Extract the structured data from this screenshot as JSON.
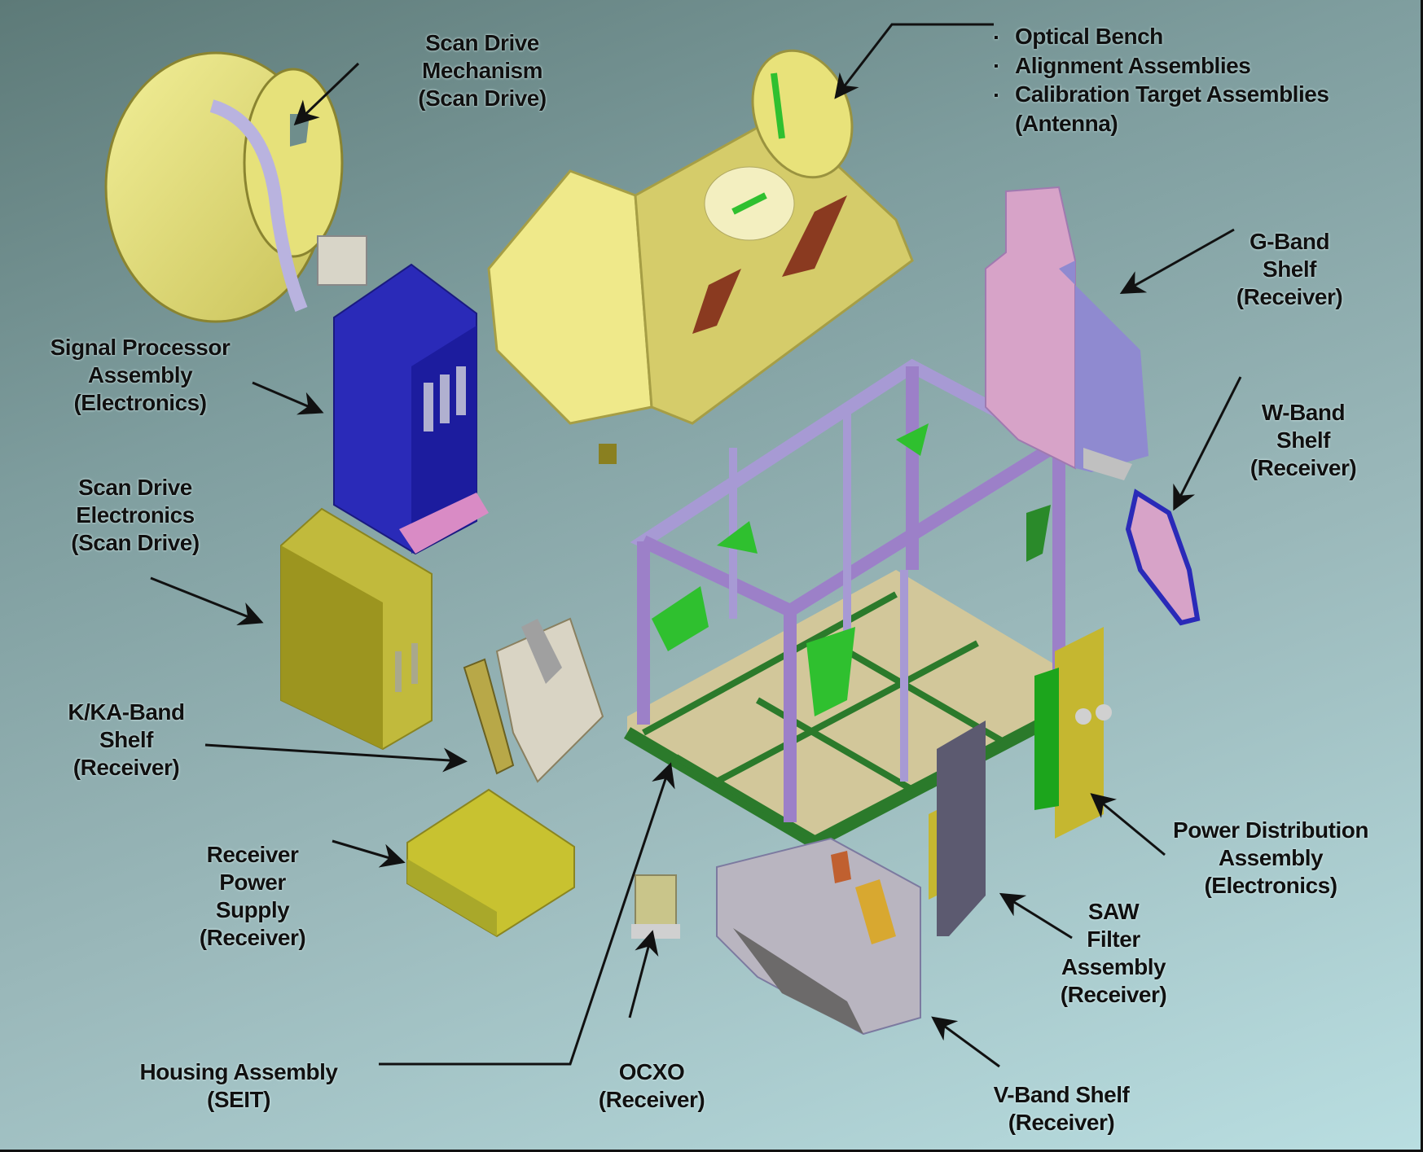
{
  "diagram": {
    "background": {
      "top_left": "#5d7a78",
      "bottom_right": "#b9dee1"
    },
    "colors": {
      "yellow_component": "#d8d36a",
      "olive_component": "#b3ad38",
      "blue_component": "#2424b0",
      "pink_component": "#d9a8c8",
      "purple_frame": "#9a86c8",
      "green_frame": "#2a7a2a",
      "gray_component": "#5c5a70",
      "arrow": "#111111"
    },
    "labels": {
      "scan_drive_mechanism": [
        "Scan Drive",
        "Mechanism",
        "(Scan Drive)"
      ],
      "antenna_list": {
        "items": [
          "Optical Bench",
          "Alignment Assemblies",
          "Calibration Target Assemblies"
        ],
        "group": "(Antenna)"
      },
      "signal_processor": [
        "Signal Processor",
        "Assembly",
        "(Electronics)"
      ],
      "g_band_shelf": [
        "G-Band",
        "Shelf",
        "(Receiver)"
      ],
      "w_band_shelf": [
        "W-Band",
        "Shelf",
        "(Receiver)"
      ],
      "scan_drive_electronics": [
        "Scan Drive",
        "Electronics",
        "(Scan Drive)"
      ],
      "k_ka_band_shelf": [
        "K/KA-Band",
        "Shelf",
        "(Receiver)"
      ],
      "receiver_power_supply": [
        "Receiver",
        "Power",
        "Supply",
        "(Receiver)"
      ],
      "power_distribution": [
        "Power Distribution",
        "Assembly",
        "(Electronics)"
      ],
      "saw_filter": [
        "SAW",
        "Filter",
        "Assembly",
        "(Receiver)"
      ],
      "housing_assembly": [
        "Housing Assembly",
        "(SEIT)"
      ],
      "ocxo": [
        "OCXO",
        "(Receiver)"
      ],
      "v_band_shelf": [
        "V-Band Shelf",
        "(Receiver)"
      ]
    }
  }
}
